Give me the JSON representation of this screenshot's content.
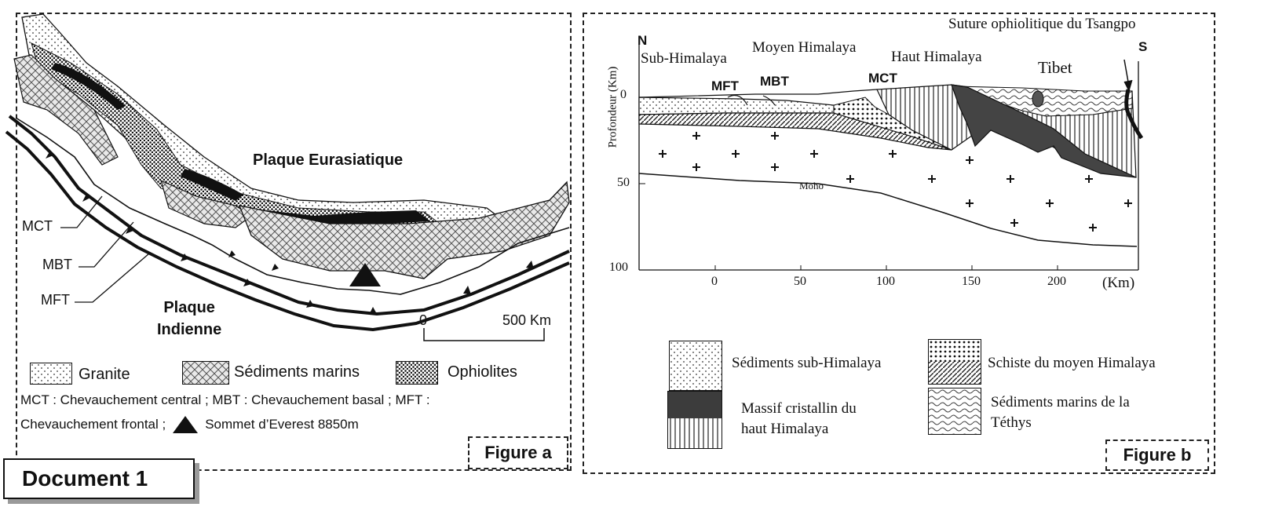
{
  "document_label": "Document 1",
  "figure_a": {
    "label": "Figure a",
    "plate_eurasia": "Plaque Eurasiatique",
    "plate_india_line1": "Plaque",
    "plate_india_line2": "Indienne",
    "fault_labels": [
      "MCT",
      "MBT",
      "MFT"
    ],
    "scale": {
      "start": "0",
      "end": "500 Km"
    },
    "legend": [
      {
        "label": "Granite",
        "pattern": "dots"
      },
      {
        "label": "Sédiments marins",
        "pattern": "hatch"
      },
      {
        "label": "Ophiolites",
        "pattern": "dense-dots"
      }
    ],
    "note_line1": "MCT : Chevauchement central ; MBT : Chevauchement basal ; MFT :",
    "note_line2_a": "Chevauchement frontal ;",
    "note_line2_b": "Sommet d’Everest 8850m"
  },
  "figure_b": {
    "label": "Figure b",
    "north": "N",
    "south": "S",
    "suture": "Suture ophiolitique du Tsangpo",
    "regions": [
      "Sub-Himalaya",
      "Moyen Himalaya",
      "Haut Himalaya",
      "Tibet"
    ],
    "faults": [
      "MFT",
      "MBT",
      "MCT"
    ],
    "moho": "Moho",
    "y_axis_label": "Profondeur (Km)",
    "y_ticks": [
      "0",
      "50",
      "100"
    ],
    "x_ticks": [
      "0",
      "50",
      "100",
      "150",
      "200"
    ],
    "x_unit": "(Km)",
    "legend": [
      {
        "label": "Sédiments sub-Himalaya"
      },
      {
        "label": "Schiste du moyen Himalaya"
      },
      {
        "label_line1": "Massif cristallin du",
        "label_line2": "haut Himalaya"
      },
      {
        "label_line1": "Sédiments marins de la",
        "label_line2": "Téthys"
      }
    ]
  }
}
